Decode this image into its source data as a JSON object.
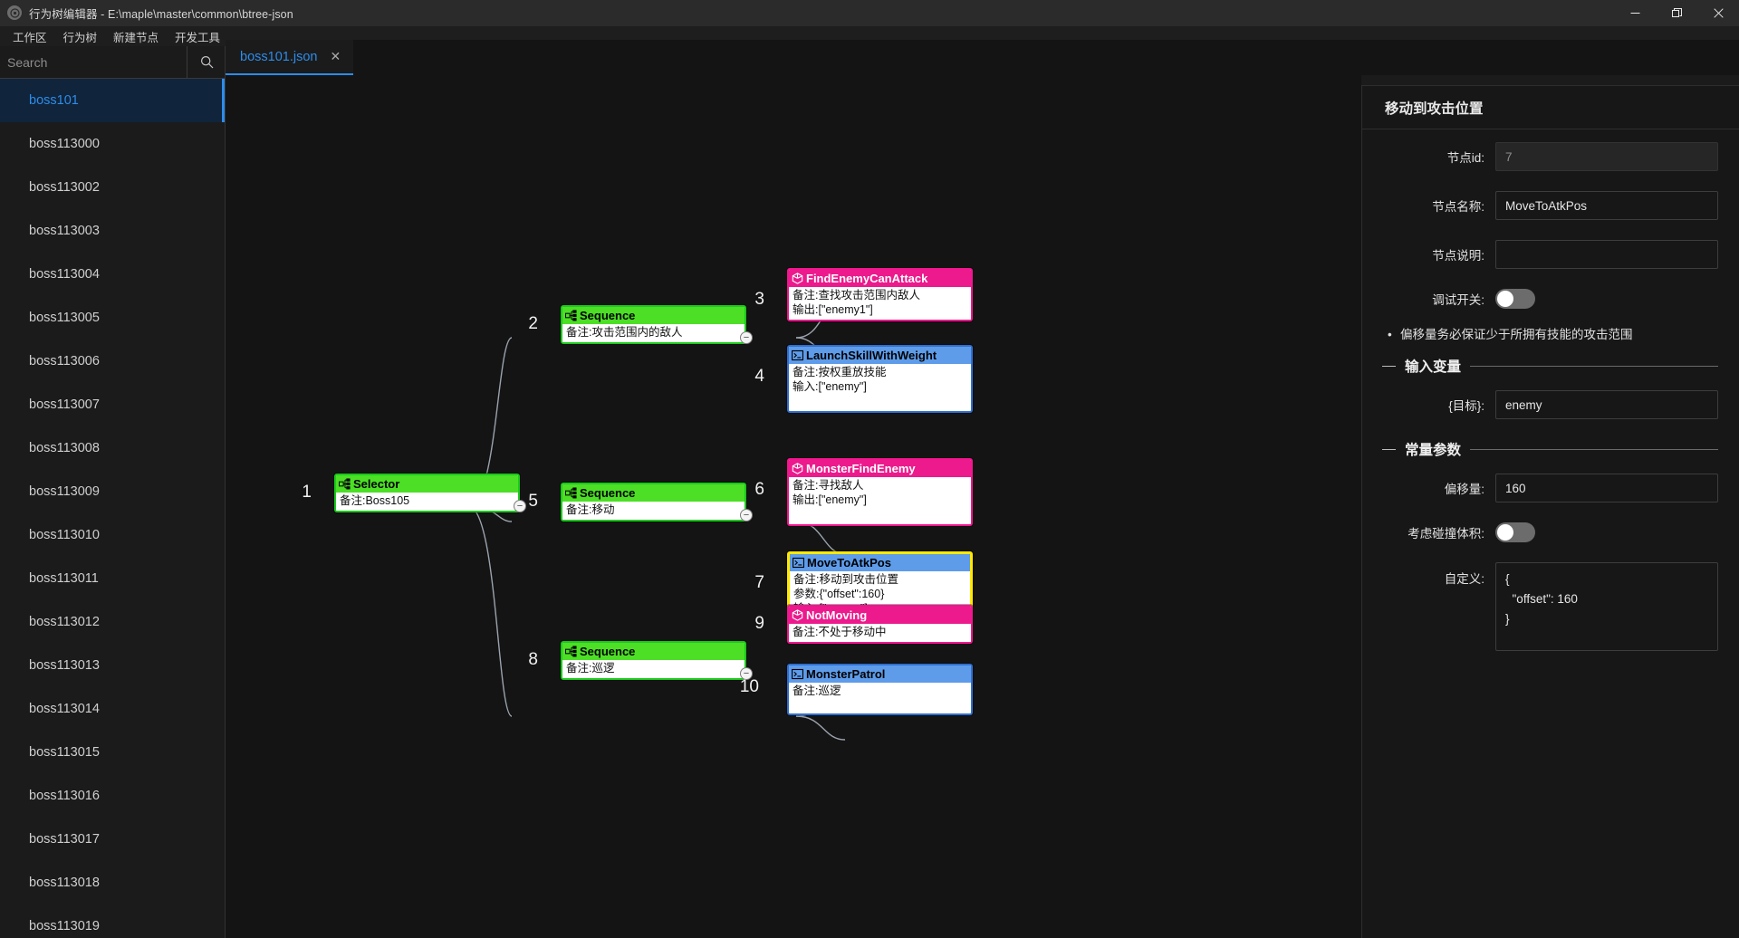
{
  "window": {
    "title": "行为树编辑器 - E:\\maple\\master\\common\\btree-json",
    "app_icon": "app-icon",
    "minimize": "—",
    "maximize": "❐",
    "close": "✕"
  },
  "menubar": {
    "items": [
      {
        "label": "工作区"
      },
      {
        "label": "行为树"
      },
      {
        "label": "新建节点"
      },
      {
        "label": "开发工具"
      }
    ]
  },
  "sidebar": {
    "search": {
      "placeholder": "Search",
      "value": "",
      "icon": "search-icon"
    },
    "items": [
      {
        "label": "boss101",
        "selected": true
      },
      {
        "label": "boss113000",
        "selected": false
      },
      {
        "label": "boss113002",
        "selected": false
      },
      {
        "label": "boss113003",
        "selected": false
      },
      {
        "label": "boss113004",
        "selected": false
      },
      {
        "label": "boss113005",
        "selected": false
      },
      {
        "label": "boss113006",
        "selected": false
      },
      {
        "label": "boss113007",
        "selected": false
      },
      {
        "label": "boss113008",
        "selected": false
      },
      {
        "label": "boss113009",
        "selected": false
      },
      {
        "label": "boss113010",
        "selected": false
      },
      {
        "label": "boss113011",
        "selected": false
      },
      {
        "label": "boss113012",
        "selected": false
      },
      {
        "label": "boss113013",
        "selected": false
      },
      {
        "label": "boss113014",
        "selected": false
      },
      {
        "label": "boss113015",
        "selected": false
      },
      {
        "label": "boss113016",
        "selected": false
      },
      {
        "label": "boss113017",
        "selected": false
      },
      {
        "label": "boss113018",
        "selected": false
      },
      {
        "label": "boss113019",
        "selected": false
      }
    ]
  },
  "tabs": [
    {
      "label": "boss101.json",
      "close": "✕",
      "active": true
    }
  ],
  "graph": {
    "nodes": [
      {
        "num": "1",
        "kind": "composite",
        "title": "Selector",
        "lines": [
          "备注:Boss105"
        ]
      },
      {
        "num": "2",
        "kind": "composite",
        "title": "Sequence",
        "lines": [
          "备注:攻击范围内的敌人"
        ]
      },
      {
        "num": "3",
        "kind": "condition",
        "title": "FindEnemyCanAttack",
        "lines": [
          "备注:查找攻击范围内敌人",
          "输出:[\"enemy1\"]"
        ]
      },
      {
        "num": "4",
        "kind": "action",
        "title": "LaunchSkillWithWeight",
        "lines": [
          "备注:按权重放技能",
          "输入:[\"enemy\"]"
        ]
      },
      {
        "num": "5",
        "kind": "composite",
        "title": "Sequence",
        "lines": [
          "备注:移动"
        ]
      },
      {
        "num": "6",
        "kind": "condition",
        "title": "MonsterFindEnemy",
        "lines": [
          "备注:寻找敌人",
          "输出:[\"enemy\"]"
        ]
      },
      {
        "num": "7",
        "kind": "action",
        "title": "MoveToAtkPos",
        "lines": [
          "备注:移动到攻击位置",
          "参数:{\"offset\":160}",
          "输入:[\"enemy\"]"
        ],
        "selected": true
      },
      {
        "num": "8",
        "kind": "composite",
        "title": "Sequence",
        "lines": [
          "备注:巡逻"
        ]
      },
      {
        "num": "9",
        "kind": "condition",
        "title": "NotMoving",
        "lines": [
          "备注:不处于移动中"
        ]
      },
      {
        "num": "10",
        "kind": "action",
        "title": "MonsterPatrol",
        "lines": [
          "备注:巡逻"
        ]
      }
    ],
    "port_glyph": "−"
  },
  "properties": {
    "title": "移动到攻击位置",
    "node_id_label": "节点id:",
    "node_id_value": "7",
    "node_name_label": "节点名称:",
    "node_name_value": "MoveToAtkPos",
    "node_desc_label": "节点说明:",
    "node_desc_value": "",
    "debug_label": "调试开关:",
    "debug_on": false,
    "notes": [
      "偏移量务必保证少于所拥有技能的攻击范围"
    ],
    "section_input": "输入变量",
    "input_target_label": "{目标}:",
    "input_target_value": "enemy",
    "section_const": "常量参数",
    "offset_label": "偏移量:",
    "offset_value": "160",
    "collide_label": "考虑碰撞体积:",
    "collide_on": false,
    "custom_label": "自定义:",
    "custom_value": "{\n  \"offset\": 160\n}"
  },
  "colors": {
    "accent": "#2d8ceb",
    "composite": "#4cdf26",
    "condition": "#ec1a8c",
    "action": "#5e9cea",
    "selected_border": "#ffe900",
    "canvas_bg": "#141414"
  }
}
